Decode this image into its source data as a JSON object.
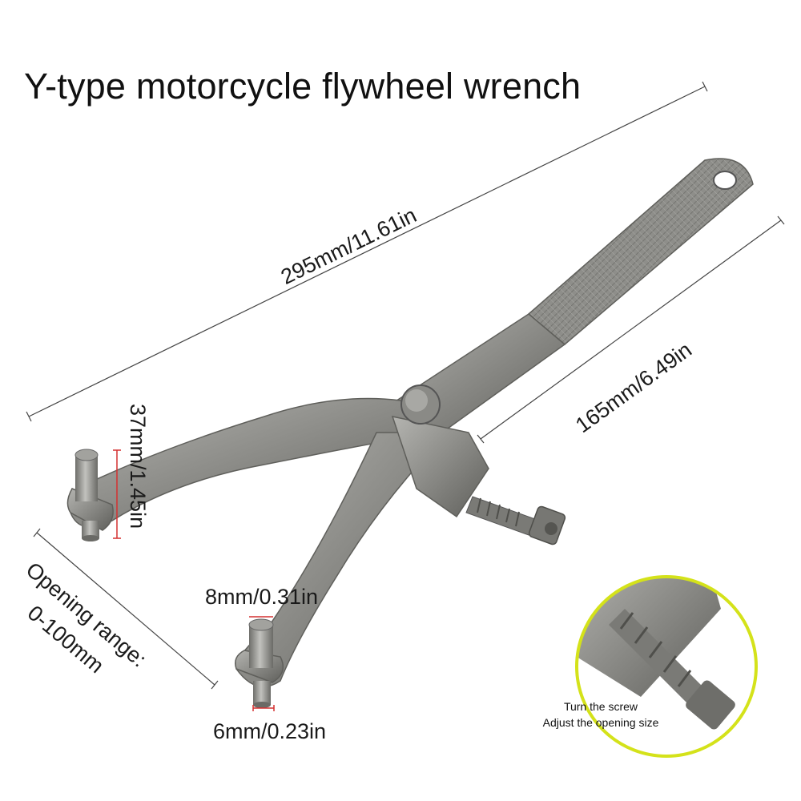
{
  "title": "Y-type motorcycle flywheel wrench",
  "dimensions": {
    "total_length": "295mm/11.61in",
    "handle_length": "165mm/6.49in",
    "pin_height": "37mm/1.45in",
    "opening_range_line1": "Opening range:",
    "opening_range_line2": "0-100mm",
    "pin_top_diameter": "8mm/0.31in",
    "pin_bottom_diameter": "6mm/0.23in"
  },
  "inset": {
    "line1": "Turn the screw",
    "line2": "Adjust the opening size"
  },
  "colors": {
    "metal": "#8a8a86",
    "metal_dark": "#5f5f5b",
    "inset_ring": "#d4e21a",
    "dimension_line": "#444444",
    "pin_marker": "#d43030"
  }
}
